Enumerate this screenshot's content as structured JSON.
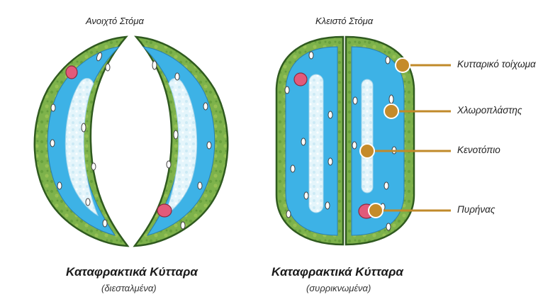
{
  "open": {
    "caption": "Ανοιχτό Στόμα",
    "title": "Καταφρακτικά Κύτταρα",
    "subtitle": "(διεσταλμένα)"
  },
  "closed": {
    "caption": "Κλειστό Στόμα",
    "title": "Καταφρακτικά Κύτταρα",
    "subtitle": "(συρρικνωμένα)"
  },
  "labels": {
    "cell_wall": "Κυτταρικό τοίχωμα",
    "chloroplast": "Χλωροπλάστης",
    "vacuole": "Κενοτόπιο",
    "nucleus": "Πυρήνας"
  },
  "colors": {
    "wall": "#7bb04a",
    "wall_dark": "#2f5a1f",
    "cytoplasm": "#3db2e6",
    "vacuole": "#dff3fa",
    "nucleus": "#e25a7a",
    "leader": "#c08a2a"
  }
}
